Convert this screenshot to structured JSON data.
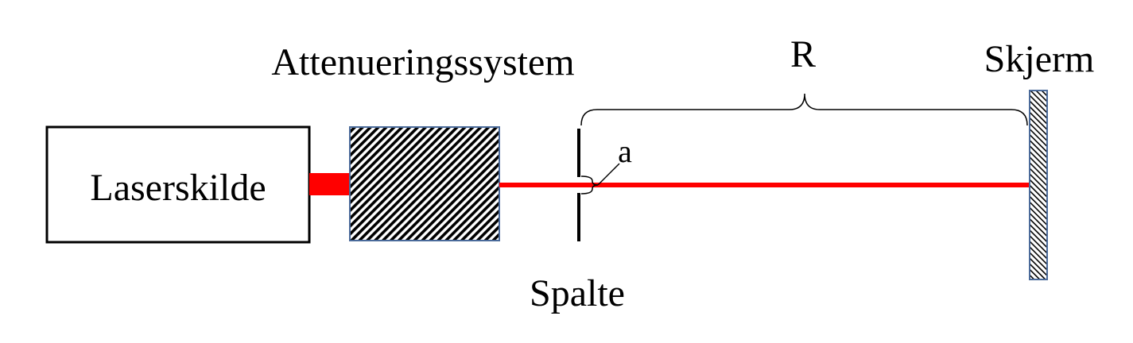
{
  "labels": {
    "laser_source": "Laserskilde",
    "attenuation": "Attenueringssystem",
    "slit": "Spalte",
    "screen": "Skjerm",
    "distance": "R",
    "slit_width": "a"
  },
  "colors": {
    "beam": "#ff0000",
    "outline": "#000000",
    "hatch_border": "#4a6a9a",
    "background": "#ffffff"
  }
}
